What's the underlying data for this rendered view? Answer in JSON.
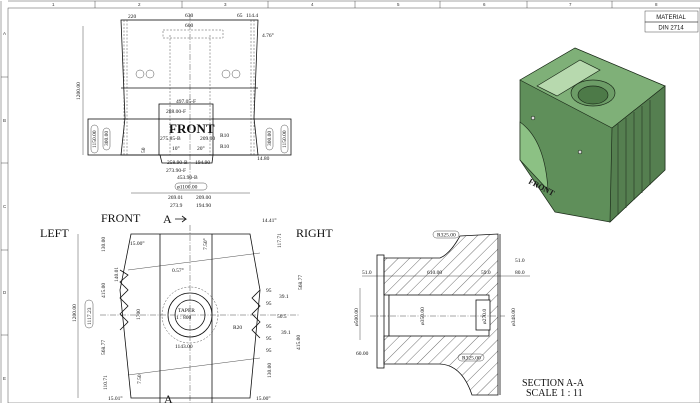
{
  "frame": {
    "columns": [
      "1",
      "2",
      "3",
      "4",
      "5",
      "6",
      "7",
      "8"
    ],
    "rows": [
      "A",
      "B",
      "C",
      "D",
      "E"
    ]
  },
  "title_block": {
    "material_label": "MATERIAL",
    "material_value": "DIN 2714"
  },
  "top_view": {
    "dims": [
      "220",
      "630",
      "600",
      "65",
      "114.4",
      "4.76°",
      "1200.00",
      "497.05-F",
      "288.00-F",
      "275.85-B",
      "209.00",
      "R10",
      "R10",
      "10°",
      "20°",
      "50",
      "258.90-B",
      "194.90",
      "273.90-F",
      "453.90-B",
      "1150.00",
      "300.00",
      "300.00",
      "1150.00",
      "14.80"
    ],
    "front_text": "FRONT"
  },
  "bottom_view": {
    "dims": [
      "ø1100.00",
      "269.01",
      "209.00",
      "273.9",
      "194.90",
      "14.41°",
      "15.00°",
      "7.50°",
      "130.00",
      "117.71",
      "0.57°",
      "140.01",
      "415.00",
      "568.77",
      "1200.00",
      "1117.23",
      "1700",
      "R20",
      "1143.00",
      "39.1",
      "50.5",
      "39.1",
      "568.77",
      "415.00",
      "110.71",
      "130.00",
      "7.50",
      "15.00°",
      "15.01°",
      "95",
      "95",
      "95",
      "95",
      "95"
    ],
    "taper_label": "TAPER",
    "taper_ratio": "1 : 800",
    "section_marker": "A",
    "section_marker_bottom": "A",
    "labels": {
      "front": "FRONT",
      "left": "LEFT",
      "right": "RIGHT"
    }
  },
  "section_view": {
    "dims": [
      "R325.00",
      "51.0",
      "51.0",
      "610.00",
      "59.0",
      "80.0",
      "ø500.00",
      "ø350.00",
      "ø270.0",
      "ø348.00",
      "60.00",
      "R325.00"
    ],
    "title": "SECTION A-A",
    "scale": "SCALE 1 : 11"
  },
  "iso_view": {
    "engraving": "FRONT",
    "color": "#6f9e6a"
  }
}
